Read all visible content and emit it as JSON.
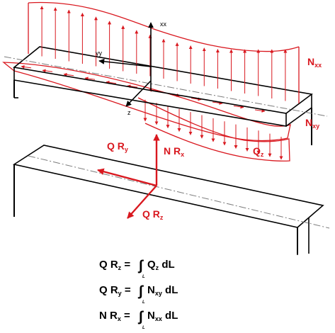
{
  "colors": {
    "load": "#d9181f",
    "structure": "#000000",
    "axis_dash": "#7a7a7a",
    "background": "#ffffff"
  },
  "top_view": {
    "axis_labels": {
      "vertical": "xx",
      "lateral": "yy",
      "depth": "z"
    },
    "load_labels": {
      "nxx": {
        "main": "N",
        "sub": "xx"
      },
      "nxy": {
        "main": "N",
        "sub": "xy"
      },
      "qz": {
        "main": "Q",
        "sub": "z"
      }
    }
  },
  "bottom_view": {
    "resultant_labels": {
      "qry": {
        "main": "Q R",
        "sub": "y"
      },
      "nrx": {
        "main": "N R",
        "sub": "x"
      },
      "qrz": {
        "main": "Q R",
        "sub": "z"
      }
    }
  },
  "equations": [
    {
      "lhs_main": "Q R",
      "lhs_sub": "z",
      "integral_sub": "L",
      "integrand_main": "Q",
      "integrand_sub": "z",
      "dl": "dL"
    },
    {
      "lhs_main": "Q R",
      "lhs_sub": "y",
      "integral_sub": "L",
      "integrand_main": "N",
      "integrand_sub": "xy",
      "dl": "dL"
    },
    {
      "lhs_main": "N R",
      "lhs_sub": "x",
      "integral_sub": "L",
      "integrand_main": "N",
      "integrand_sub": "xx",
      "dl": "dL"
    }
  ]
}
